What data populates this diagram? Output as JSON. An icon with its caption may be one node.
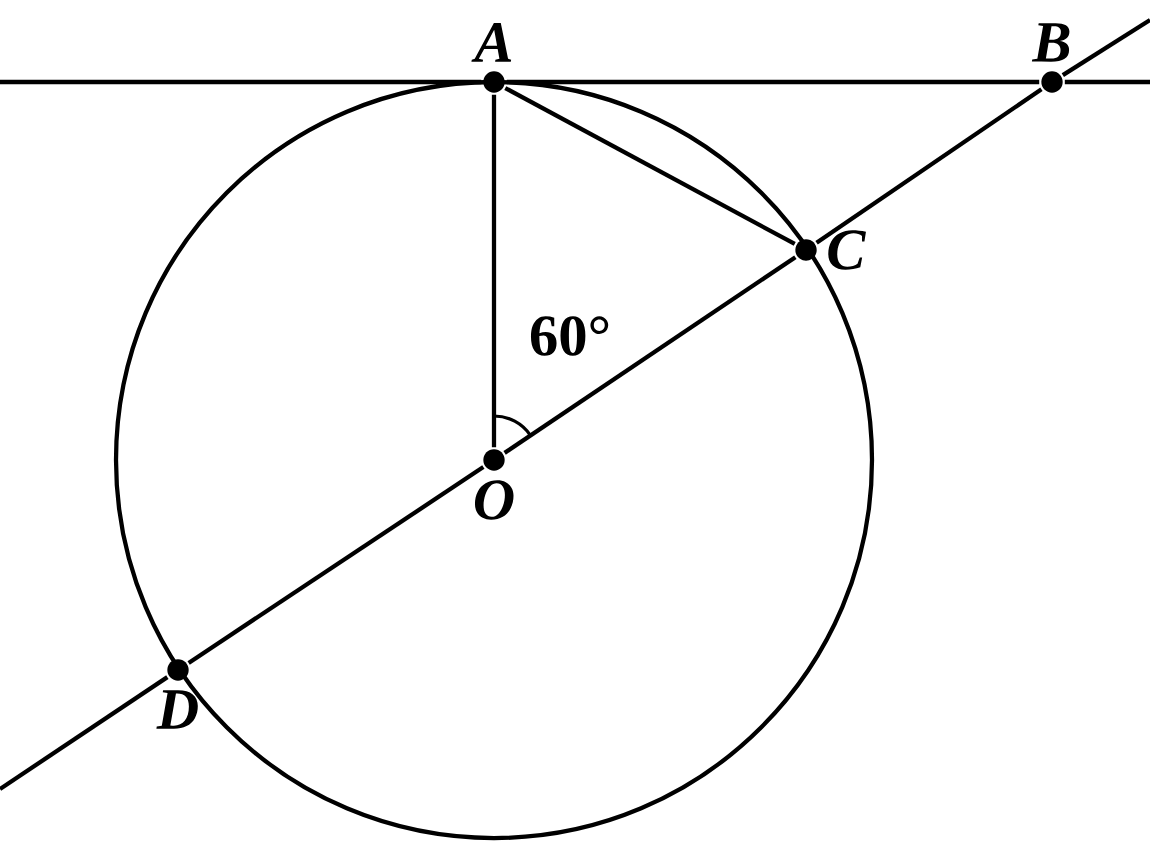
{
  "diagram": {
    "nodes": [
      {
        "text": [
          "A"
        ]
      },
      {
        "text": [
          "B"
        ]
      },
      {
        "text": [
          "C"
        ]
      },
      {
        "text": [
          "O"
        ]
      },
      {
        "text": [
          "D"
        ]
      }
    ],
    "edges": [
      {
        "from": null,
        "to": 0,
        "arrow": "none"
      },
      {
        "from": 0,
        "to": 1,
        "arrow": "none"
      },
      {
        "from": 1,
        "to": null,
        "arrow": "none"
      },
      {
        "from": 0,
        "to": 3,
        "arrow": "none"
      },
      {
        "from": 0,
        "to": 2,
        "arrow": "none"
      },
      {
        "from": null,
        "to": 4,
        "arrow": "none"
      },
      {
        "from": 4,
        "to": 3,
        "arrow": "none"
      },
      {
        "from": 3,
        "to": 2,
        "arrow": "none"
      },
      {
        "from": 2,
        "to": 1,
        "arrow": "none"
      },
      {
        "from": 1,
        "to": null,
        "arrow": "none"
      }
    ],
    "labels": [
      "60°"
    ]
  }
}
